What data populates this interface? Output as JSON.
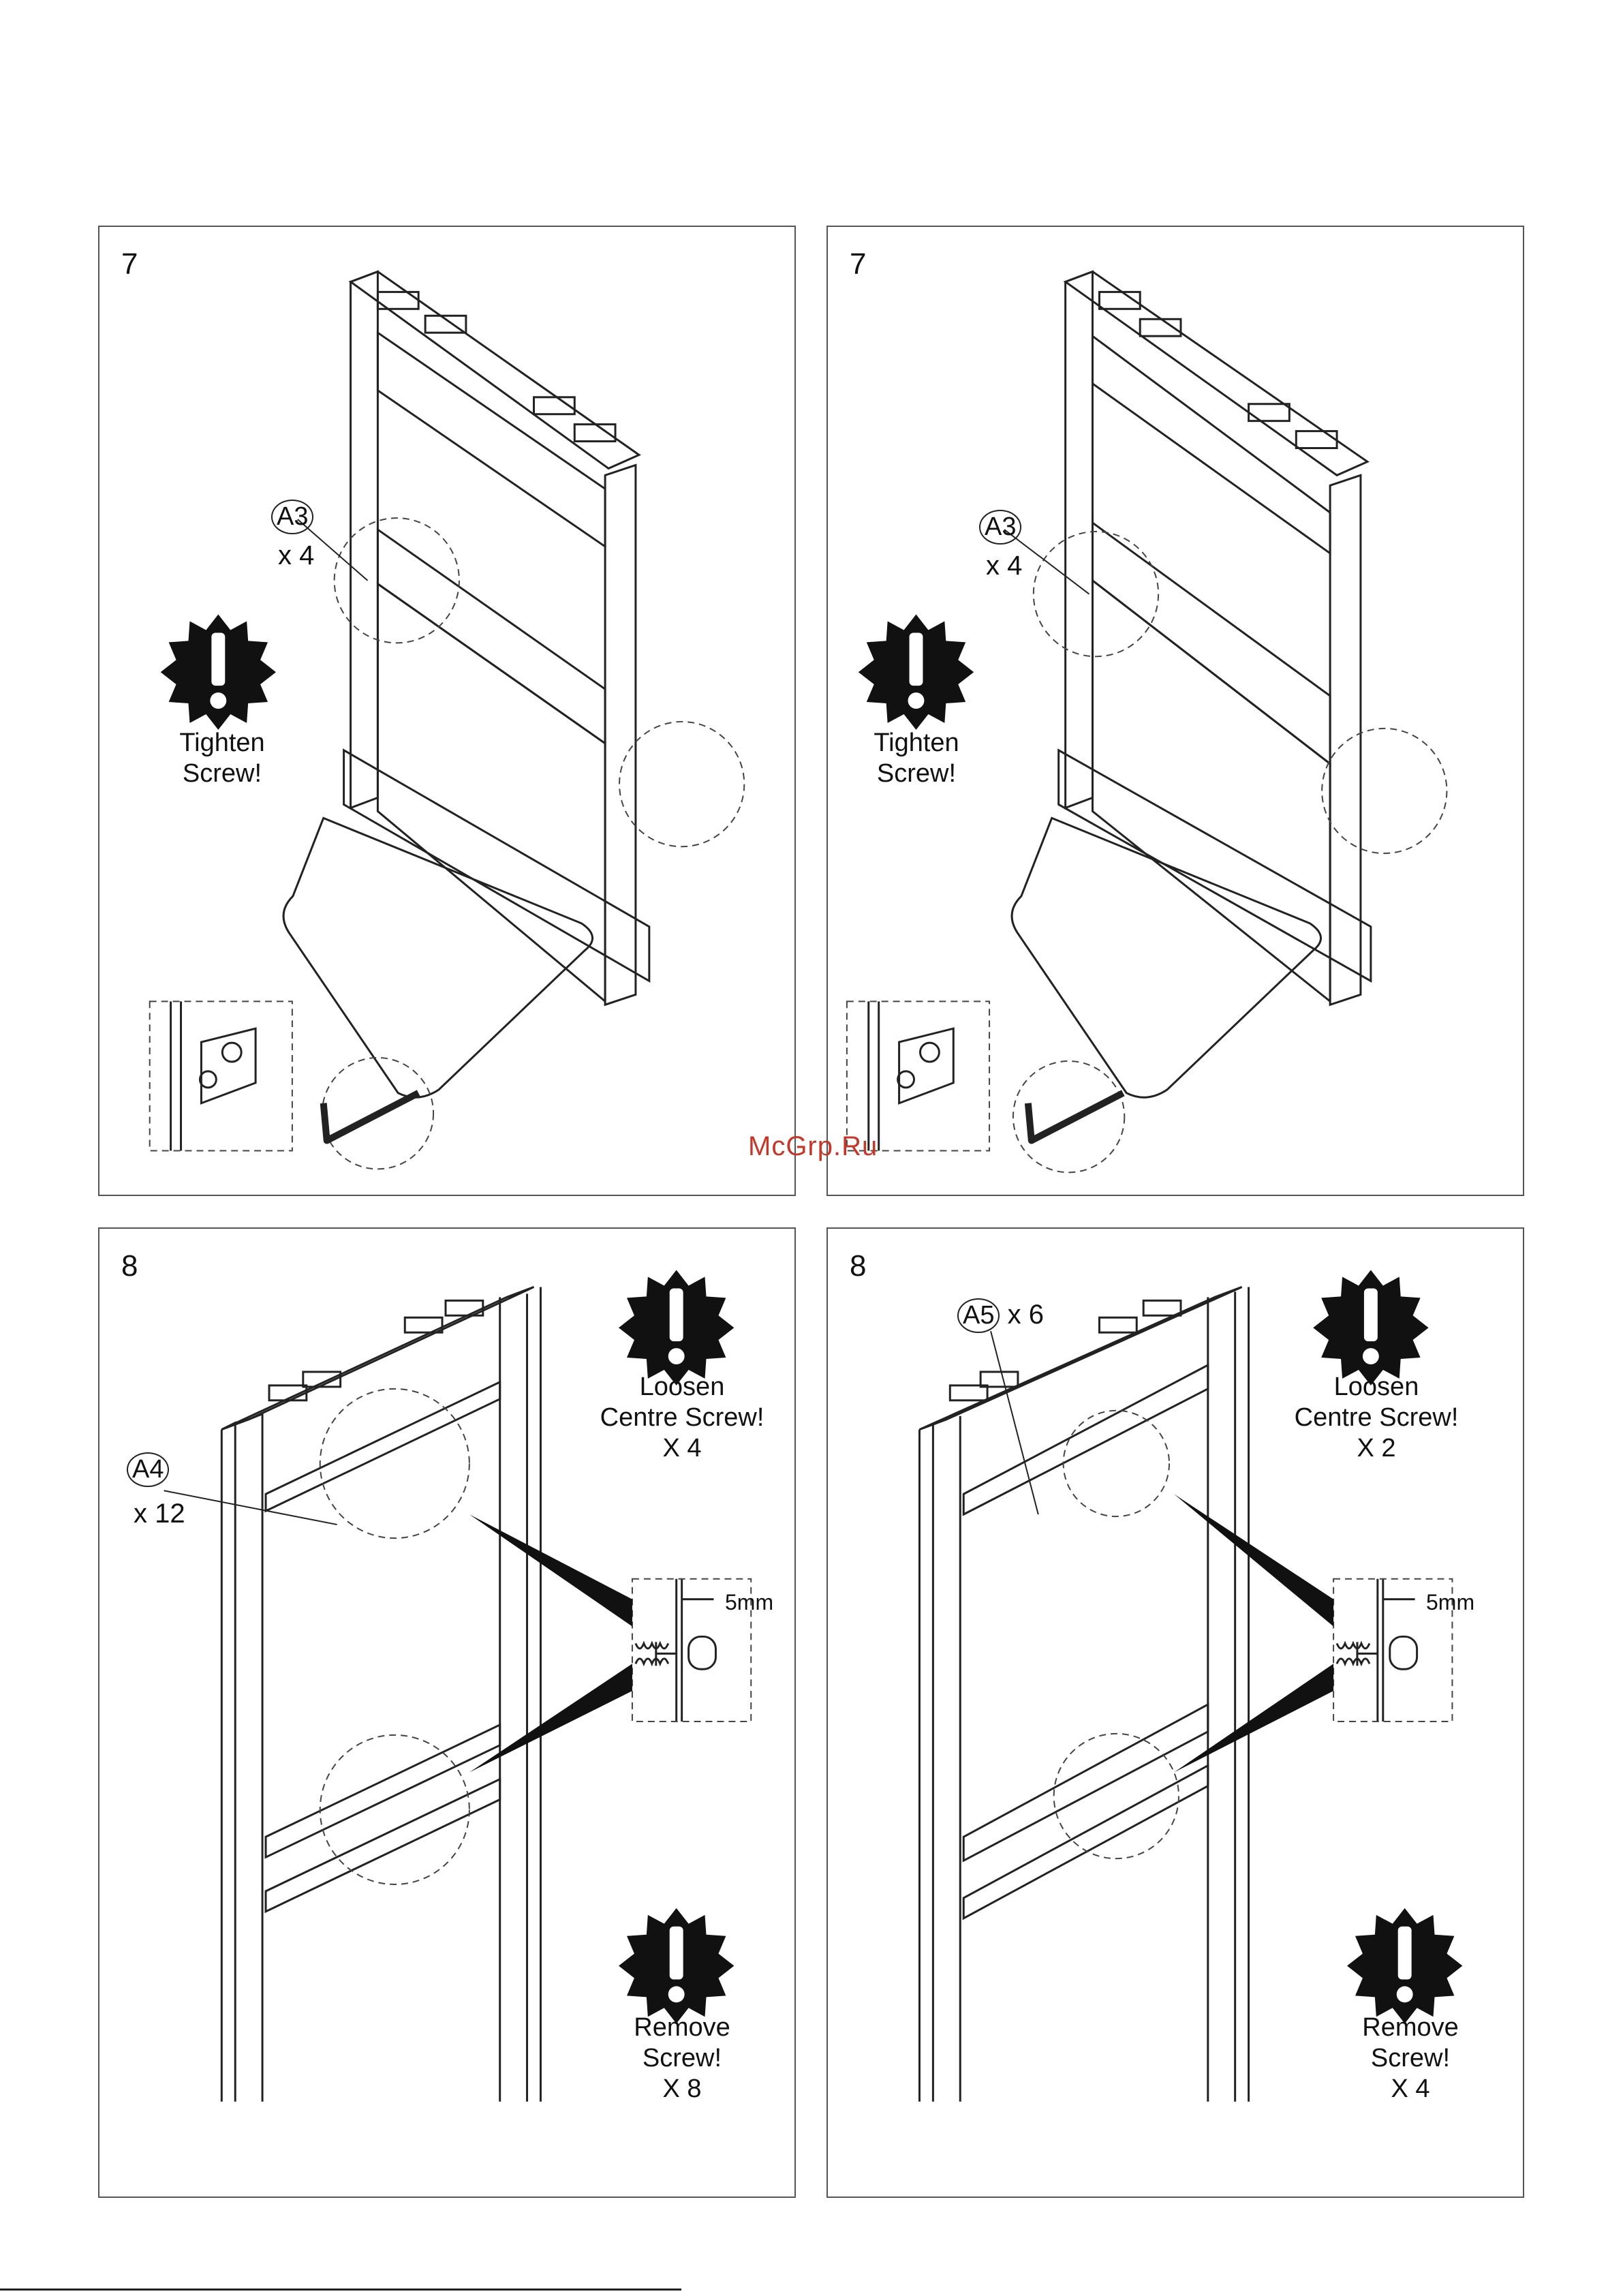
{
  "panels": [
    {
      "step": "7",
      "part_code": "A3",
      "quantity": "x 4",
      "note": "Tighten\nScrew!"
    },
    {
      "step": "7",
      "part_code": "A3",
      "quantity": "x 4",
      "note": "Tighten\nScrew!"
    },
    {
      "step": "8",
      "part_code": "A4",
      "quantity": "x 12",
      "note_top": "Loosen\nCentre Screw!\nX 4",
      "dimension": "5mm",
      "note_bottom": "Remove\nScrew!\nX 8"
    },
    {
      "step": "8",
      "part_code": "A5",
      "quantity": "x 6",
      "note_top": "Loosen\nCentre Screw!\nX 2",
      "dimension": "5mm",
      "note_bottom": "Remove\nScrew!\nX 4"
    }
  ],
  "watermark": "McGrp.Ru",
  "icons": [
    "warning-starburst-icon",
    "allen-key-icon",
    "screw-detail-icon"
  ]
}
